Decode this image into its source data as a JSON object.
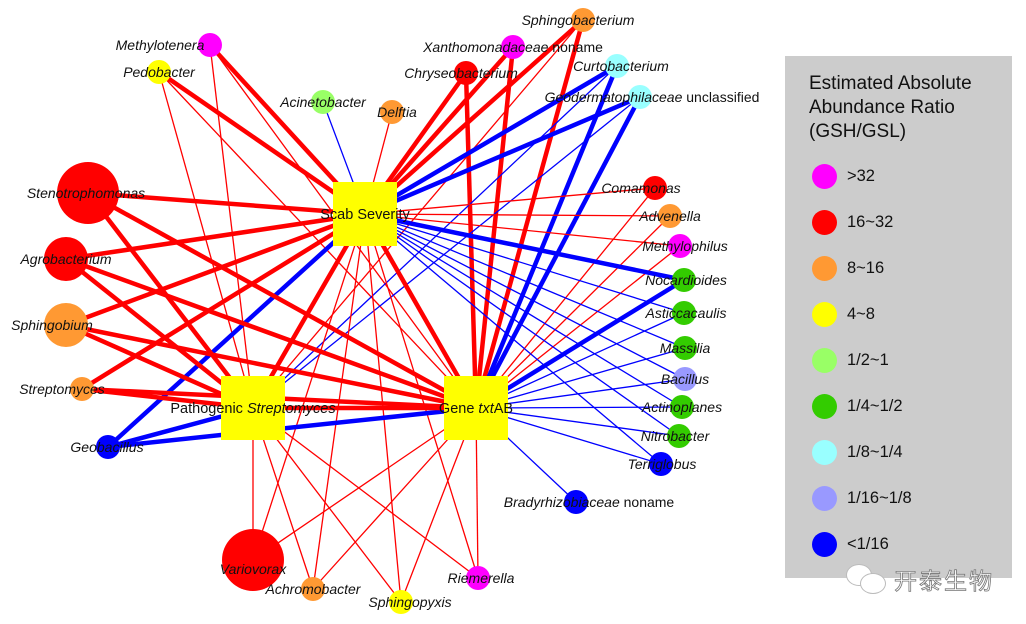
{
  "legend": {
    "title_lines": [
      "Estimated Absolute",
      "Abundance Ratio",
      "(GSH/GSL)"
    ],
    "items": [
      {
        "label": ">32",
        "color": "#ff00ff"
      },
      {
        "label": "16~32",
        "color": "#ff0000"
      },
      {
        "label": "8~16",
        "color": "#ff9933"
      },
      {
        "label": "4~8",
        "color": "#ffff00"
      },
      {
        "label": "1/2~1",
        "color": "#99ff66"
      },
      {
        "label": "1/4~1/2",
        "color": "#33cc00"
      },
      {
        "label": "1/8~1/4",
        "color": "#99ffff"
      },
      {
        "label": "1/16~1/8",
        "color": "#9999ff"
      },
      {
        "label": "<1/16",
        "color": "#0000ff"
      }
    ]
  },
  "edge_colors": {
    "positive": "#ff0000",
    "negative": "#0000ff"
  },
  "hub_color": "#ffff00",
  "hubs": [
    {
      "id": "scab",
      "label_parts": [
        {
          "t": "Scab Severity",
          "i": false
        }
      ]
    },
    {
      "id": "path",
      "label_parts": [
        {
          "t": "Pathogenic ",
          "i": false
        },
        {
          "t": "Streptomyces",
          "i": true
        }
      ]
    },
    {
      "id": "gene",
      "label_parts": [
        {
          "t": "Gene ",
          "i": false
        },
        {
          "t": "txt",
          "i": true
        },
        {
          "t": "AB",
          "i": false
        }
      ]
    }
  ],
  "taxa": [
    {
      "id": "methylotenera",
      "label_parts": [
        {
          "t": "Methylotenera",
          "i": true
        }
      ],
      "ratio_class": ">32",
      "size": "small"
    },
    {
      "id": "pedobacter",
      "label_parts": [
        {
          "t": "Pedobacter",
          "i": true
        }
      ],
      "ratio_class": "4~8",
      "size": "small"
    },
    {
      "id": "acinetobacter",
      "label_parts": [
        {
          "t": "Acinetobacter",
          "i": true
        }
      ],
      "ratio_class": "1/2~1",
      "size": "small"
    },
    {
      "id": "delftia",
      "label_parts": [
        {
          "t": "Delftia",
          "i": true
        }
      ],
      "ratio_class": "8~16",
      "size": "small"
    },
    {
      "id": "chryseobacterium",
      "label_parts": [
        {
          "t": "Chryseobacterium",
          "i": true
        }
      ],
      "ratio_class": "16~32",
      "size": "small"
    },
    {
      "id": "xanthomonadaceae",
      "label_parts": [
        {
          "t": "Xanthomonadaceae",
          "i": true
        },
        {
          "t": " noname",
          "i": false
        }
      ],
      "ratio_class": ">32",
      "size": "small"
    },
    {
      "id": "sphingobacterium",
      "label_parts": [
        {
          "t": "Sphingobacterium",
          "i": true
        }
      ],
      "ratio_class": "8~16",
      "size": "small"
    },
    {
      "id": "curtobacterium",
      "label_parts": [
        {
          "t": "Curtobacterium",
          "i": true
        }
      ],
      "ratio_class": "1/8~1/4",
      "size": "small"
    },
    {
      "id": "geodermatophilaceae",
      "label_parts": [
        {
          "t": "Geodermatophilaceae",
          "i": true
        },
        {
          "t": " unclassified",
          "i": false
        }
      ],
      "ratio_class": "1/8~1/4",
      "size": "small"
    },
    {
      "id": "comamonas",
      "label_parts": [
        {
          "t": "Comamonas",
          "i": true
        }
      ],
      "ratio_class": "16~32",
      "size": "small"
    },
    {
      "id": "advenella",
      "label_parts": [
        {
          "t": "Advenella",
          "i": true
        }
      ],
      "ratio_class": "8~16",
      "size": "small"
    },
    {
      "id": "methylophilus",
      "label_parts": [
        {
          "t": "Methylophilus",
          "i": true
        }
      ],
      "ratio_class": ">32",
      "size": "small"
    },
    {
      "id": "nocardioides",
      "label_parts": [
        {
          "t": "Nocardioides",
          "i": true
        }
      ],
      "ratio_class": "1/4~1/2",
      "size": "small"
    },
    {
      "id": "asticcacaulis",
      "label_parts": [
        {
          "t": "Asticcacaulis",
          "i": true
        }
      ],
      "ratio_class": "1/4~1/2",
      "size": "small"
    },
    {
      "id": "massilia",
      "label_parts": [
        {
          "t": "Massilia",
          "i": true
        }
      ],
      "ratio_class": "1/4~1/2",
      "size": "small"
    },
    {
      "id": "bacillus",
      "label_parts": [
        {
          "t": "Bacillus",
          "i": true
        }
      ],
      "ratio_class": "1/16~1/8",
      "size": "small"
    },
    {
      "id": "actinoplanes",
      "label_parts": [
        {
          "t": "Actinoplanes",
          "i": true
        }
      ],
      "ratio_class": "1/4~1/2",
      "size": "small"
    },
    {
      "id": "nitrobacter",
      "label_parts": [
        {
          "t": "Nitrobacter",
          "i": true
        }
      ],
      "ratio_class": "1/4~1/2",
      "size": "small"
    },
    {
      "id": "terriglobus",
      "label_parts": [
        {
          "t": "Terriglobus",
          "i": true
        }
      ],
      "ratio_class": "<1/16",
      "size": "small"
    },
    {
      "id": "bradyrhizobiaceae",
      "label_parts": [
        {
          "t": "Bradyrhizobiaceae",
          "i": true
        },
        {
          "t": " noname",
          "i": false
        }
      ],
      "ratio_class": "<1/16",
      "size": "small"
    },
    {
      "id": "riemerella",
      "label_parts": [
        {
          "t": "Riemerella",
          "i": true
        }
      ],
      "ratio_class": ">32",
      "size": "small"
    },
    {
      "id": "sphingopyxis",
      "label_parts": [
        {
          "t": "Sphingopyxis",
          "i": true
        }
      ],
      "ratio_class": "4~8",
      "size": "small"
    },
    {
      "id": "achromobacter",
      "label_parts": [
        {
          "t": "Achromobacter",
          "i": true
        }
      ],
      "ratio_class": "8~16",
      "size": "small"
    },
    {
      "id": "variovorax",
      "label_parts": [
        {
          "t": "Variovorax",
          "i": true
        }
      ],
      "ratio_class": "16~32",
      "size": "large"
    },
    {
      "id": "geobacillus",
      "label_parts": [
        {
          "t": "Geobacillus",
          "i": true
        }
      ],
      "ratio_class": "<1/16",
      "size": "small"
    },
    {
      "id": "streptomyces",
      "label_parts": [
        {
          "t": "Streptomyces",
          "i": true
        }
      ],
      "ratio_class": "8~16",
      "size": "small"
    },
    {
      "id": "sphingobium",
      "label_parts": [
        {
          "t": "Sphingobium",
          "i": true
        }
      ],
      "ratio_class": "8~16",
      "size": "medium"
    },
    {
      "id": "agrobacterium",
      "label_parts": [
        {
          "t": "Agrobacterium",
          "i": true
        }
      ],
      "ratio_class": "16~32",
      "size": "medium"
    },
    {
      "id": "stenotrophomonas",
      "label_parts": [
        {
          "t": "Stenotrophomonas",
          "i": true
        }
      ],
      "ratio_class": "16~32",
      "size": "large"
    }
  ],
  "edges": [
    {
      "from": "methylotenera",
      "to": "scab",
      "sign": "positive",
      "strength": "strong"
    },
    {
      "from": "methylotenera",
      "to": "path",
      "sign": "positive",
      "strength": "weak"
    },
    {
      "from": "methylotenera",
      "to": "gene",
      "sign": "positive",
      "strength": "weak"
    },
    {
      "from": "pedobacter",
      "to": "scab",
      "sign": "positive",
      "strength": "strong"
    },
    {
      "from": "pedobacter",
      "to": "path",
      "sign": "positive",
      "strength": "weak"
    },
    {
      "from": "pedobacter",
      "to": "gene",
      "sign": "positive",
      "strength": "weak"
    },
    {
      "from": "acinetobacter",
      "to": "scab",
      "sign": "negative",
      "strength": "weak"
    },
    {
      "from": "delftia",
      "to": "scab",
      "sign": "positive",
      "strength": "weak"
    },
    {
      "from": "chryseobacterium",
      "to": "scab",
      "sign": "positive",
      "strength": "strong"
    },
    {
      "from": "chryseobacterium",
      "to": "gene",
      "sign": "positive",
      "strength": "strong"
    },
    {
      "from": "xanthomonadaceae",
      "to": "scab",
      "sign": "positive",
      "strength": "strong"
    },
    {
      "from": "xanthomonadaceae",
      "to": "gene",
      "sign": "positive",
      "strength": "strong"
    },
    {
      "from": "sphingobacterium",
      "to": "scab",
      "sign": "positive",
      "strength": "strong"
    },
    {
      "from": "sphingobacterium",
      "to": "gene",
      "sign": "positive",
      "strength": "strong"
    },
    {
      "from": "sphingobacterium",
      "to": "path",
      "sign": "positive",
      "strength": "weak"
    },
    {
      "from": "curtobacterium",
      "to": "scab",
      "sign": "negative",
      "strength": "strong"
    },
    {
      "from": "curtobacterium",
      "to": "gene",
      "sign": "negative",
      "strength": "strong"
    },
    {
      "from": "curtobacterium",
      "to": "path",
      "sign": "negative",
      "strength": "weak"
    },
    {
      "from": "geodermatophilaceae",
      "to": "scab",
      "sign": "negative",
      "strength": "strong"
    },
    {
      "from": "geodermatophilaceae",
      "to": "gene",
      "sign": "negative",
      "strength": "strong"
    },
    {
      "from": "geodermatophilaceae",
      "to": "path",
      "sign": "negative",
      "strength": "weak"
    },
    {
      "from": "comamonas",
      "to": "scab",
      "sign": "positive",
      "strength": "weak"
    },
    {
      "from": "comamonas",
      "to": "gene",
      "sign": "positive",
      "strength": "weak"
    },
    {
      "from": "advenella",
      "to": "scab",
      "sign": "positive",
      "strength": "weak"
    },
    {
      "from": "advenella",
      "to": "gene",
      "sign": "positive",
      "strength": "weak"
    },
    {
      "from": "methylophilus",
      "to": "scab",
      "sign": "positive",
      "strength": "weak"
    },
    {
      "from": "methylophilus",
      "to": "gene",
      "sign": "positive",
      "strength": "weak"
    },
    {
      "from": "nocardioides",
      "to": "scab",
      "sign": "negative",
      "strength": "strong"
    },
    {
      "from": "nocardioides",
      "to": "gene",
      "sign": "negative",
      "strength": "strong"
    },
    {
      "from": "asticcacaulis",
      "to": "scab",
      "sign": "negative",
      "strength": "weak"
    },
    {
      "from": "asticcacaulis",
      "to": "gene",
      "sign": "negative",
      "strength": "weak"
    },
    {
      "from": "massilia",
      "to": "scab",
      "sign": "negative",
      "strength": "weak"
    },
    {
      "from": "massilia",
      "to": "gene",
      "sign": "negative",
      "strength": "weak"
    },
    {
      "from": "bacillus",
      "to": "scab",
      "sign": "negative",
      "strength": "weak"
    },
    {
      "from": "bacillus",
      "to": "gene",
      "sign": "negative",
      "strength": "weak"
    },
    {
      "from": "actinoplanes",
      "to": "scab",
      "sign": "negative",
      "strength": "weak"
    },
    {
      "from": "actinoplanes",
      "to": "gene",
      "sign": "negative",
      "strength": "weak"
    },
    {
      "from": "nitrobacter",
      "to": "scab",
      "sign": "negative",
      "strength": "weak"
    },
    {
      "from": "nitrobacter",
      "to": "gene",
      "sign": "negative",
      "strength": "weak"
    },
    {
      "from": "terriglobus",
      "to": "scab",
      "sign": "negative",
      "strength": "weak"
    },
    {
      "from": "terriglobus",
      "to": "gene",
      "sign": "negative",
      "strength": "weak"
    },
    {
      "from": "bradyrhizobiaceae",
      "to": "gene",
      "sign": "negative",
      "strength": "weak"
    },
    {
      "from": "riemerella",
      "to": "scab",
      "sign": "positive",
      "strength": "weak"
    },
    {
      "from": "riemerella",
      "to": "path",
      "sign": "positive",
      "strength": "weak"
    },
    {
      "from": "riemerella",
      "to": "gene",
      "sign": "positive",
      "strength": "weak"
    },
    {
      "from": "sphingopyxis",
      "to": "scab",
      "sign": "positive",
      "strength": "weak"
    },
    {
      "from": "sphingopyxis",
      "to": "path",
      "sign": "positive",
      "strength": "weak"
    },
    {
      "from": "sphingopyxis",
      "to": "gene",
      "sign": "positive",
      "strength": "weak"
    },
    {
      "from": "achromobacter",
      "to": "scab",
      "sign": "positive",
      "strength": "weak"
    },
    {
      "from": "achromobacter",
      "to": "path",
      "sign": "positive",
      "strength": "weak"
    },
    {
      "from": "achromobacter",
      "to": "gene",
      "sign": "positive",
      "strength": "weak"
    },
    {
      "from": "variovorax",
      "to": "scab",
      "sign": "positive",
      "strength": "weak"
    },
    {
      "from": "variovorax",
      "to": "path",
      "sign": "positive",
      "strength": "weak"
    },
    {
      "from": "variovorax",
      "to": "gene",
      "sign": "positive",
      "strength": "weak"
    },
    {
      "from": "geobacillus",
      "to": "scab",
      "sign": "negative",
      "strength": "strong"
    },
    {
      "from": "geobacillus",
      "to": "path",
      "sign": "negative",
      "strength": "strong"
    },
    {
      "from": "geobacillus",
      "to": "gene",
      "sign": "negative",
      "strength": "strong"
    },
    {
      "from": "streptomyces",
      "to": "scab",
      "sign": "positive",
      "strength": "strong"
    },
    {
      "from": "streptomyces",
      "to": "path",
      "sign": "positive",
      "strength": "strong"
    },
    {
      "from": "streptomyces",
      "to": "gene",
      "sign": "positive",
      "strength": "strong"
    },
    {
      "from": "sphingobium",
      "to": "scab",
      "sign": "positive",
      "strength": "strong"
    },
    {
      "from": "sphingobium",
      "to": "path",
      "sign": "positive",
      "strength": "strong"
    },
    {
      "from": "sphingobium",
      "to": "gene",
      "sign": "positive",
      "strength": "strong"
    },
    {
      "from": "agrobacterium",
      "to": "scab",
      "sign": "positive",
      "strength": "strong"
    },
    {
      "from": "agrobacterium",
      "to": "path",
      "sign": "positive",
      "strength": "strong"
    },
    {
      "from": "agrobacterium",
      "to": "gene",
      "sign": "positive",
      "strength": "strong"
    },
    {
      "from": "stenotrophomonas",
      "to": "scab",
      "sign": "positive",
      "strength": "strong"
    },
    {
      "from": "stenotrophomonas",
      "to": "path",
      "sign": "positive",
      "strength": "strong"
    },
    {
      "from": "stenotrophomonas",
      "to": "gene",
      "sign": "positive",
      "strength": "strong"
    },
    {
      "from": "path",
      "to": "gene",
      "sign": "positive",
      "strength": "strong"
    },
    {
      "from": "scab",
      "to": "path",
      "sign": "positive",
      "strength": "strong"
    },
    {
      "from": "scab",
      "to": "gene",
      "sign": "positive",
      "strength": "strong"
    }
  ],
  "watermark": {
    "text": "开泰生物"
  }
}
